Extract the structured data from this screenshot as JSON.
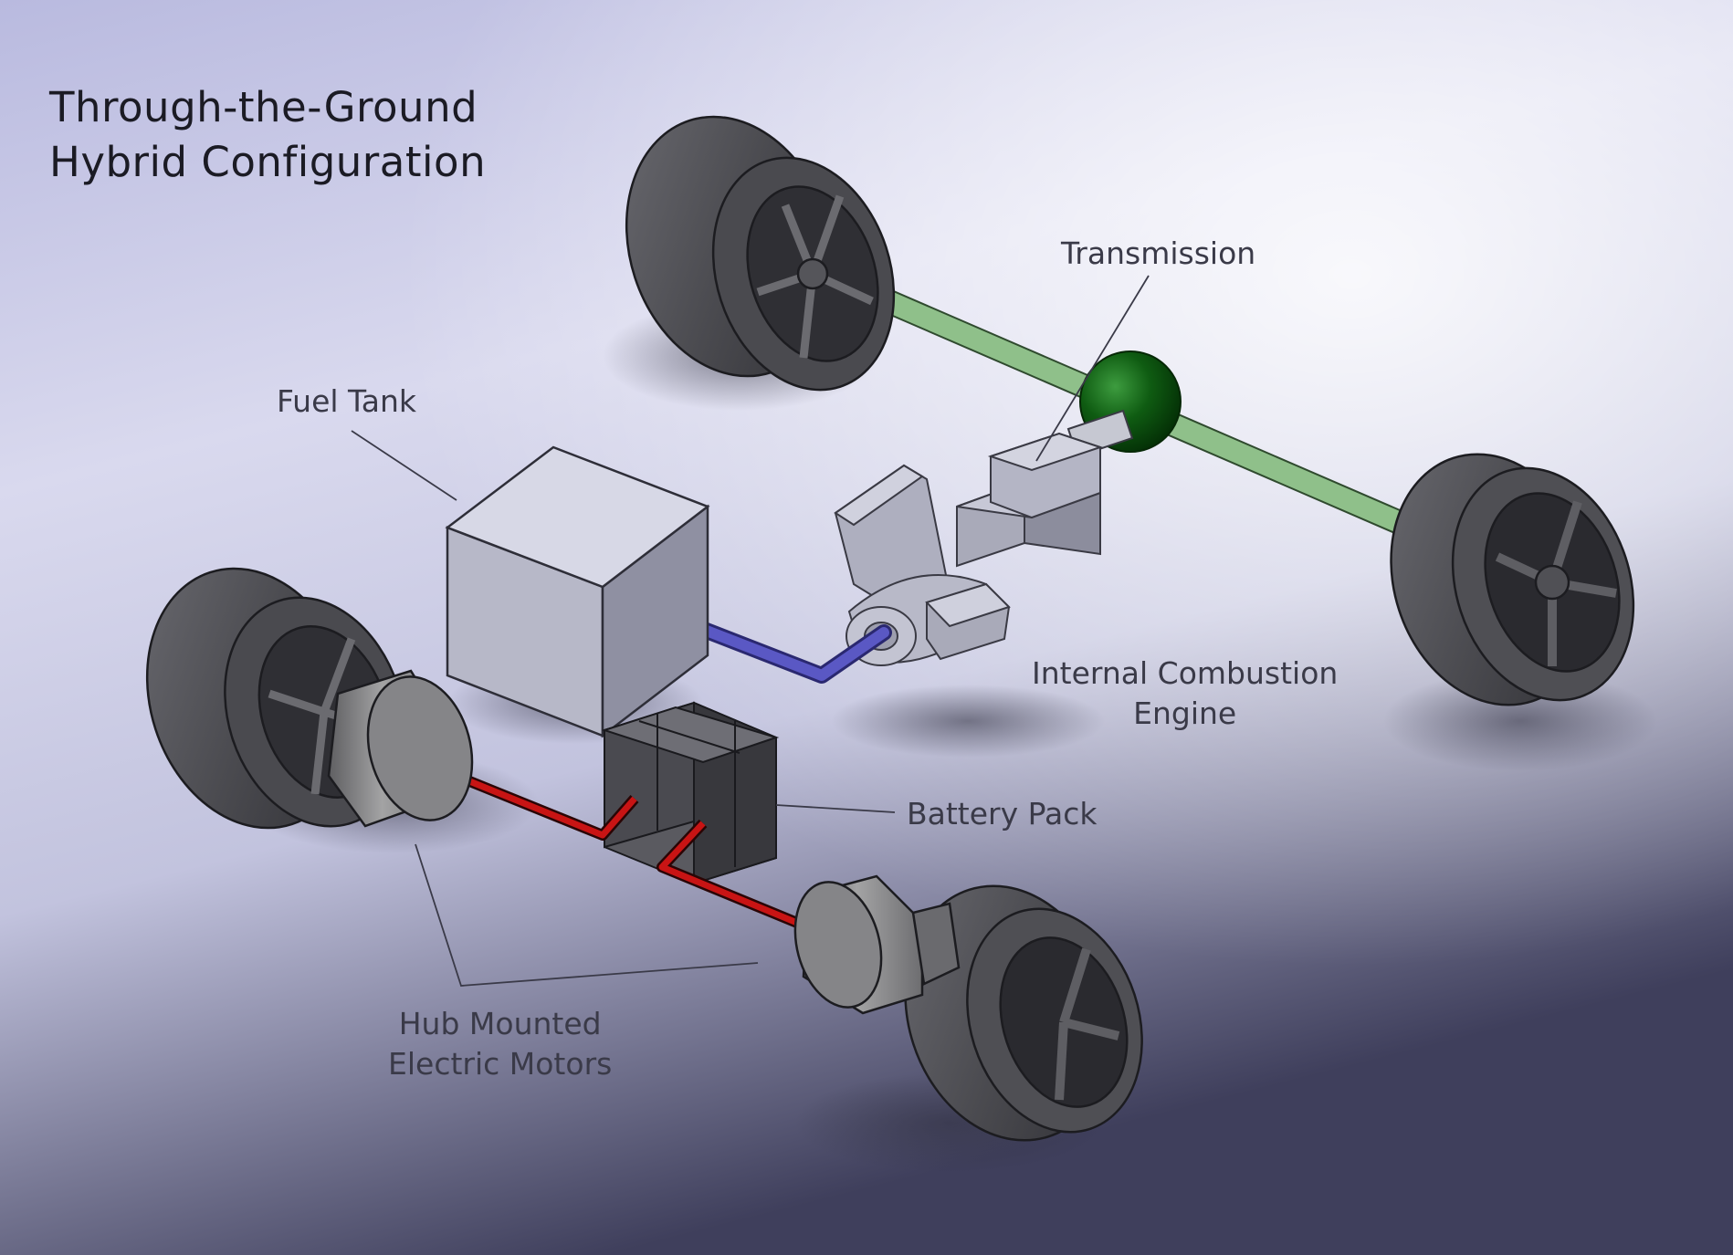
{
  "diagram": {
    "title_line1": "Through-the-Ground",
    "title_line2": "Hybrid Configuration",
    "labels": {
      "transmission": "Transmission",
      "fuel_tank": "Fuel Tank",
      "engine_line1": "Internal Combustion",
      "engine_line2": "Engine",
      "battery_pack": "Battery Pack",
      "motors_line1": "Hub Mounted",
      "motors_line2": "Electric Motors"
    }
  },
  "colors": {
    "background_top": "#cacbea",
    "background_bottom": "#3f3f5c",
    "axle": "#8fc08a",
    "differential": "#0f5c12",
    "fuel_line": "#5a58c4",
    "power_cable": "#c81414",
    "tire": "#4b4b50",
    "component": "#b7b8c8"
  }
}
